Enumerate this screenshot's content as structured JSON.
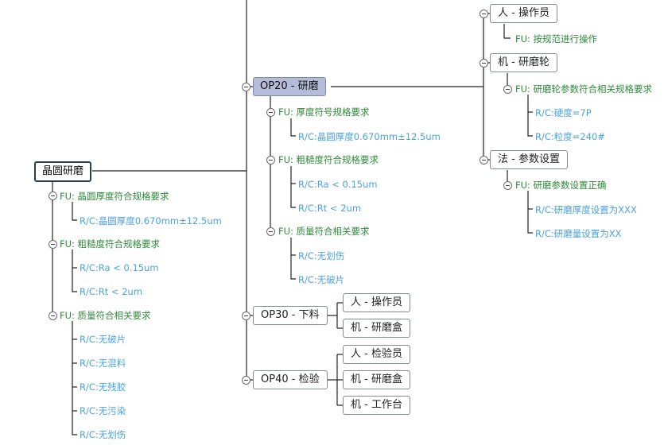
{
  "colors": {
    "line": "#222222",
    "fu_text": "#2e8a3a",
    "rc_text": "#4aa3df",
    "selected_fill": "#b5bcd8"
  },
  "root": {
    "label": "晶圆研磨"
  },
  "left_branch": {
    "fu1": "FU: 晶圆厚度符合规格要求",
    "rc1": "R/C:晶圆厚度0.670mm±12.5um",
    "fu2": "FU: 粗糙度符合规格要求",
    "rc2a": "R/C:Ra < 0.15um",
    "rc2b": "R/C:Rt < 2um",
    "fu3": "FU: 质量符合相关要求",
    "rc3a": "R/C:无破片",
    "rc3b": "R/C:无混料",
    "rc3c": "R/C:无残胶",
    "rc3d": "R/C:无污染",
    "rc3e": "R/C:无划伤"
  },
  "op20": {
    "label": "OP20 - 研磨",
    "fu1": "FU: 厚度符号规格要求",
    "rc1": "R/C:晶圆厚度0.670mm±12.5um",
    "fu2": "FU: 粗糙度符合规格要求",
    "rc2a": "R/C:Ra < 0.15um",
    "rc2b": "R/C:Rt < 2um",
    "fu3": "FU: 质量符合相关要求",
    "rc3a": "R/C:无划伤",
    "rc3b": "R/C:无破片",
    "man": "人 - 操作员",
    "man_fu": "FU: 按规范进行操作",
    "machine": "机 - 研磨轮",
    "machine_fu": "FU: 研磨轮参数符合相关规格要求",
    "machine_rc1": "R/C:硬度=7P",
    "machine_rc2": "R/C:粒度=240#",
    "method": "法 - 参数设置",
    "method_fu": "FU: 研磨参数设置正确",
    "method_rc1": "R/C:研磨厚度设置为XXX",
    "method_rc2": "R/C:研磨量设置为XX"
  },
  "op30": {
    "label": "OP30 - 下料",
    "child1": "人 - 操作员",
    "child2": "机 - 研磨盒"
  },
  "op40": {
    "label": "OP40 - 检验",
    "child1": "人 - 检验员",
    "child2": "机 - 研磨盒",
    "child3": "机 - 工作台"
  }
}
